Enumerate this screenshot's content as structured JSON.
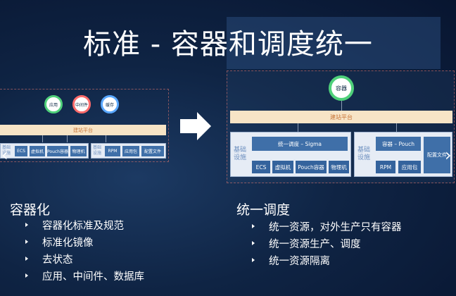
{
  "slide": {
    "title": "标准 - 容器和调度统一"
  },
  "left_diagram": {
    "circles": [
      {
        "label": "应用",
        "color": "#4fd07a"
      },
      {
        "label": "中间件",
        "color": "#ff6b6b"
      },
      {
        "label": "缓存",
        "color": "#5aa8ff"
      }
    ],
    "platform_bar": "建站平台",
    "group_a_label": "基础设施",
    "group_a_chips": [
      "ECS",
      "虚拟机",
      "Pouch容器",
      "物理机"
    ],
    "group_b_label": "基础设施",
    "group_b_chips": [
      "RPM",
      "应用包",
      "配置文件"
    ]
  },
  "right_diagram": {
    "circle": {
      "label": "容器",
      "color": "#4fd07a"
    },
    "platform_bar": "建站平台",
    "group_a_label": "基础设施",
    "group_a_header": "统一调度 – Sigma",
    "group_a_chips": [
      "ECS",
      "虚拟机",
      "Pouch容器",
      "物理机"
    ],
    "group_b_label": "基础设施",
    "group_b_header": "容器 – Pouch",
    "group_b_chips": [
      "RPM",
      "应用包"
    ],
    "group_b_side": "配置文件"
  },
  "nav": {
    "prev": "‹",
    "next": "›"
  },
  "left_section": {
    "title": "容器化",
    "items": [
      "容器化标准及规范",
      "标准化镜像",
      "去状态",
      "应用、中间件、数据库"
    ]
  },
  "right_section": {
    "title": "统一调度",
    "items": [
      "统一资源，对外生产只有容器",
      "统一资源生产、调度",
      "统一资源隔离"
    ]
  }
}
